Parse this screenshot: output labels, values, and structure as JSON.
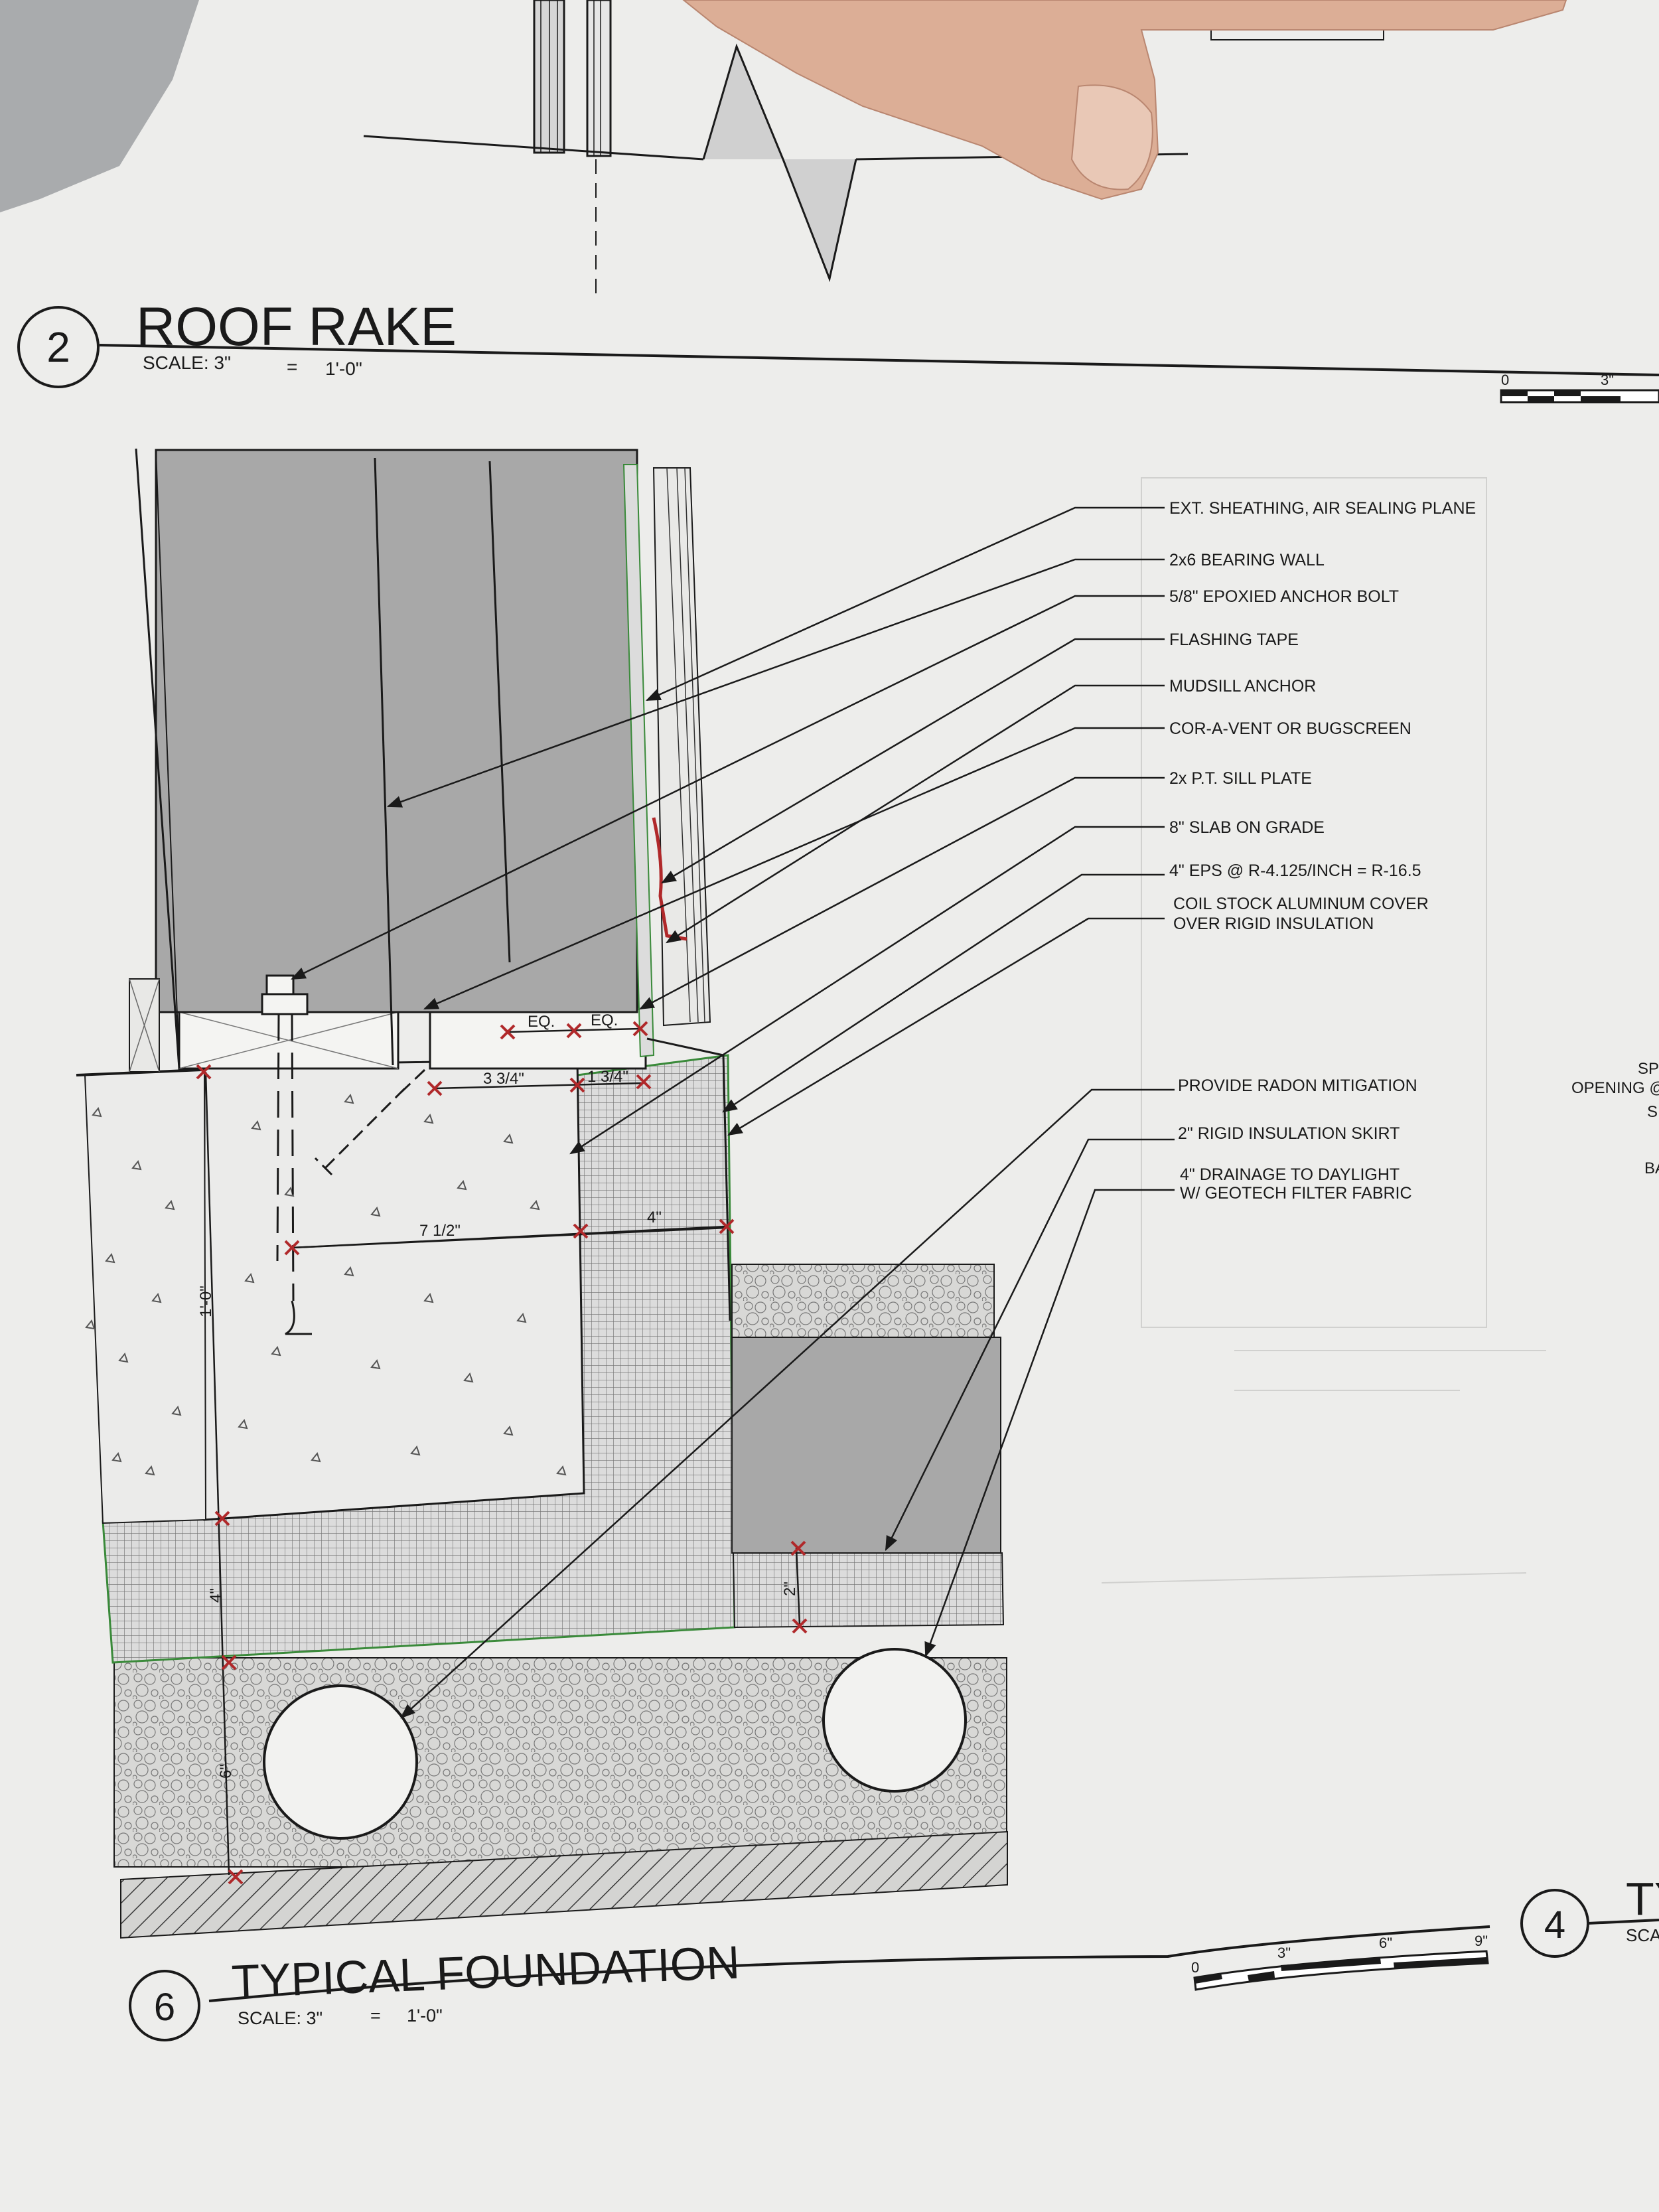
{
  "sheet": {
    "paper_color": "#eeeeec",
    "line_color": "#1a1a1a",
    "redline_color": "#b0282a",
    "insulation_edge_color": "#3a8a3a"
  },
  "detail_top": {
    "number": "2",
    "title": "ROOF RAKE",
    "scale_prefix": "SCALE: 3\"",
    "scale_equals": "=",
    "scale_value": "1'-0\"",
    "scalebar_ticks": [
      "0",
      "3\""
    ]
  },
  "detail_main": {
    "number": "6",
    "title": "TYPICAL FOUNDATION",
    "scale_prefix": "SCALE: 3\"",
    "scale_equals": "=",
    "scale_value": "1'-0\"",
    "scalebar_ticks": [
      "0",
      "3\"",
      "6\"",
      "9\""
    ]
  },
  "detail_right": {
    "number": "4",
    "title_fragment": "TY",
    "scale_fragment": "SCA"
  },
  "callouts_upper": [
    "EXT. SHEATHING, AIR SEALING PLANE",
    "2x6 BEARING WALL",
    "5/8\" EPOXIED ANCHOR BOLT",
    "FLASHING TAPE",
    "MUDSILL ANCHOR",
    "COR-A-VENT OR BUGSCREEN",
    "2x P.T. SILL PLATE",
    "8\" SLAB ON GRADE",
    "4\" EPS @ R-4.125/INCH = R-16.5"
  ],
  "callout_cover": [
    "COIL STOCK ALUMINUM COVER",
    "OVER RIGID INSULATION"
  ],
  "callouts_lower": [
    "PROVIDE RADON MITIGATION",
    "2\" RIGID INSULATION SKIRT"
  ],
  "callout_drainage": [
    "4\" DRAINAGE TO DAYLIGHT",
    "W/ GEOTECH FILTER FABRIC"
  ],
  "dimensions": {
    "eq_1": "EQ.",
    "eq_2": "EQ.",
    "d_3_3_4": "3 3/4\"",
    "d_1_3_4": "1 3/4\"",
    "d_7_1_2": "7 1/2\"",
    "d_4_horizontal": "4\"",
    "d_1_0": "1'-0\"",
    "d_4_vertical": "4\"",
    "d_6": "6\"",
    "d_2": "2\""
  },
  "right_edge_fragments": [
    "SP",
    "OPENING @",
    "S",
    "BA"
  ]
}
